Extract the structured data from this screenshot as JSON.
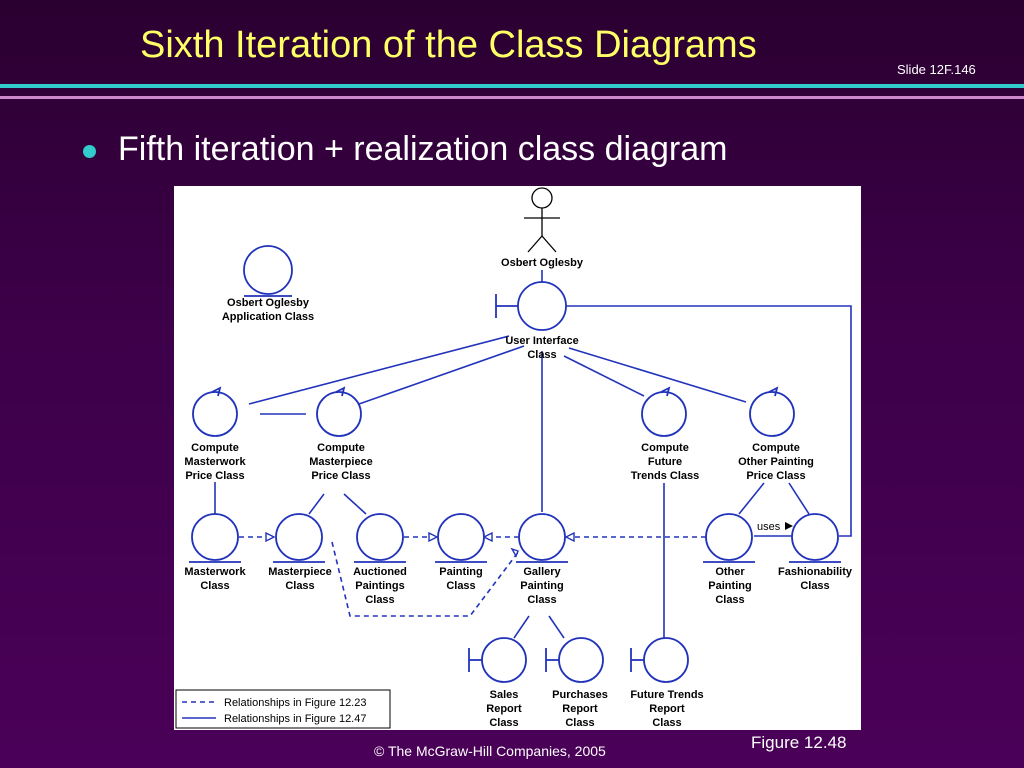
{
  "slide": {
    "title": "Sixth Iteration of the Class Diagrams",
    "slide_number": "Slide 12F.146",
    "bullet": "Fifth iteration + realization class diagram",
    "figure_caption": "Figure 12.48",
    "copyright": "© The McGraw-Hill Companies, 2005"
  },
  "colors": {
    "title": "#ffff66",
    "accent_rule": "#33cccc",
    "diagram_blue": "#2233bb"
  },
  "diagram": {
    "actor": {
      "label": "Osbert Oglesby"
    },
    "app_class": {
      "line1": "Osbert Oglesby",
      "line2": "Application Class"
    },
    "ui_class": {
      "line1": "User Interface",
      "line2": "Class"
    },
    "compute_masterwork": {
      "line1": "Compute",
      "line2": "Masterwork",
      "line3": "Price Class"
    },
    "compute_masterpiece": {
      "line1": "Compute",
      "line2": "Masterpiece",
      "line3": "Price Class"
    },
    "compute_future": {
      "line1": "Compute",
      "line2": "Future",
      "line3": "Trends Class"
    },
    "compute_other": {
      "line1": "Compute",
      "line2": "Other Painting",
      "line3": "Price Class"
    },
    "masterwork": {
      "line1": "Masterwork",
      "line2": "Class"
    },
    "masterpiece": {
      "line1": "Masterpiece",
      "line2": "Class"
    },
    "auctioned": {
      "line1": "Auctioned",
      "line2": "Paintings",
      "line3": "Class"
    },
    "painting": {
      "line1": "Painting",
      "line2": "Class"
    },
    "gallery": {
      "line1": "Gallery",
      "line2": "Painting",
      "line3": "Class"
    },
    "other_painting": {
      "line1": "Other",
      "line2": "Painting",
      "line3": "Class"
    },
    "fashionability": {
      "line1": "Fashionability",
      "line2": "Class"
    },
    "sales_report": {
      "line1": "Sales",
      "line2": "Report",
      "line3": "Class"
    },
    "purchases_report": {
      "line1": "Purchases",
      "line2": "Report",
      "line3": "Class"
    },
    "future_report": {
      "line1": "Future Trends",
      "line2": "Report",
      "line3": "Class"
    },
    "uses_label": "uses",
    "legend": {
      "dashed": "Relationships in Figure 12.23",
      "solid": "Relationships in Figure 12.47"
    }
  }
}
